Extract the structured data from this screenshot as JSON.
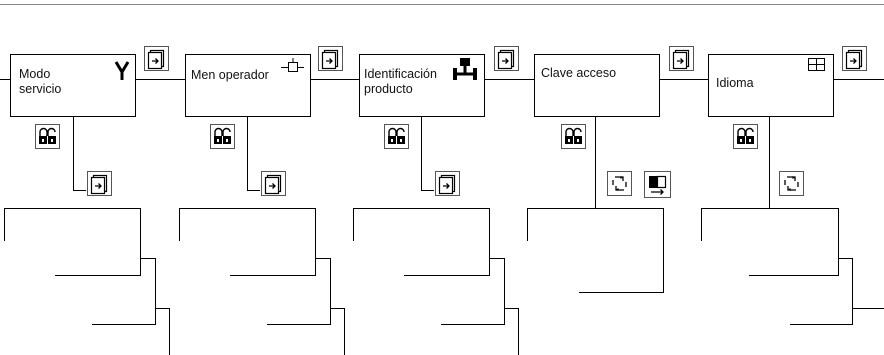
{
  "menu_boxes": [
    {
      "lines": [
        "Modo",
        "servicio"
      ],
      "icon": "wrench-icon"
    },
    {
      "lines": [
        "Men operador"
      ],
      "icon": "operator-panel-icon"
    },
    {
      "lines": [
        "Identificación",
        "producto"
      ],
      "icon": "product-id-icon"
    },
    {
      "lines": [
        "Clave acceso"
      ],
      "icon": ""
    },
    {
      "lines": [
        "Idioma"
      ],
      "icon": "grid-icon"
    }
  ],
  "connector_icons": [
    "copy-pages-icon",
    "copy-pages-icon",
    "copy-pages-icon",
    "copy-pages-icon",
    "copy-pages-icon"
  ],
  "lock_icons": [
    "lock-open-icon",
    "lock-open-icon",
    "lock-open-icon",
    "lock-open-icon",
    "lock-open-icon"
  ],
  "lower_icons": [
    [
      "copy-pages-icon"
    ],
    [
      "copy-pages-icon"
    ],
    [
      "copy-pages-icon"
    ],
    [
      "rotate-icon",
      "display-toggle-icon"
    ],
    [
      "rotate-icon"
    ]
  ]
}
